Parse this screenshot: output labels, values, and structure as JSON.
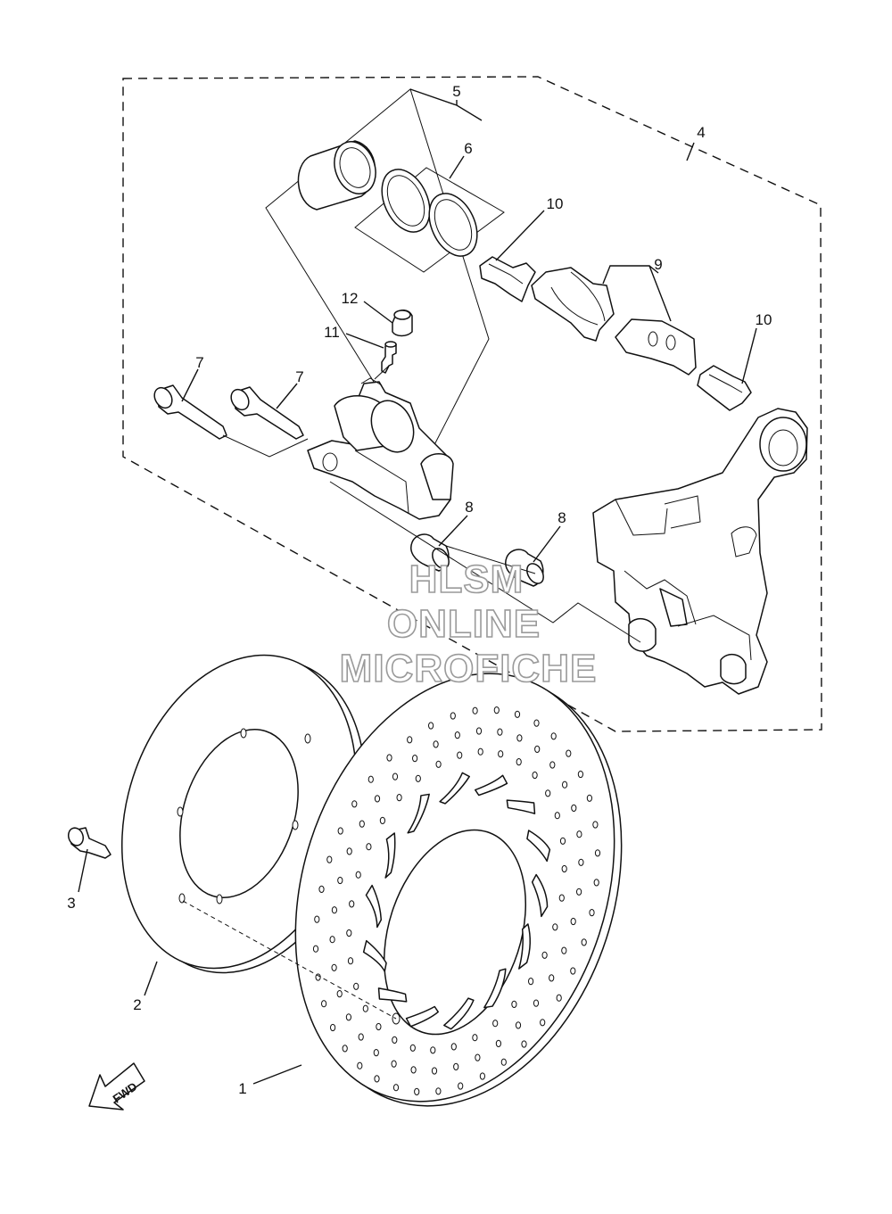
{
  "callouts": {
    "c1": "1",
    "c2": "2",
    "c3": "3",
    "c4": "4",
    "c5": "5",
    "c6": "6",
    "c7a": "7",
    "c7b": "7",
    "c8a": "8",
    "c8b": "8",
    "c9": "9",
    "c10a": "10",
    "c10b": "10",
    "c11": "11",
    "c12": "12"
  },
  "watermark": {
    "line1": "HLSM",
    "line2": "ONLINE",
    "line3": "MICROFICHE"
  },
  "direction_label": "FWD",
  "icons": {
    "direction": "fwd-arrow-icon"
  }
}
